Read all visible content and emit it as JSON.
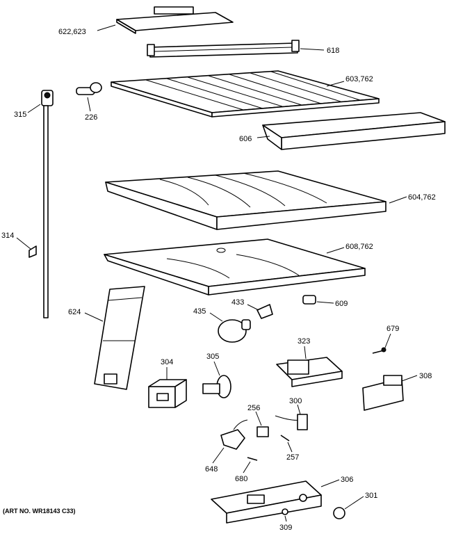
{
  "labels": {
    "l622": "622,623",
    "l618": "618",
    "l603": "603,762",
    "l315": "315",
    "l226": "226",
    "l606": "606",
    "l604": "604,762",
    "l314": "314",
    "l608": "608,762",
    "l624": "624",
    "l435": "435",
    "l433": "433",
    "l609": "609",
    "l679": "679",
    "l323": "323",
    "l304": "304",
    "l305": "305",
    "l308": "308",
    "l256": "256",
    "l300": "300",
    "l257": "257",
    "l648": "648",
    "l680": "680",
    "l306": "306",
    "l301": "301",
    "l309": "309"
  },
  "art_number": "(ART NO. WR18143 C33)"
}
